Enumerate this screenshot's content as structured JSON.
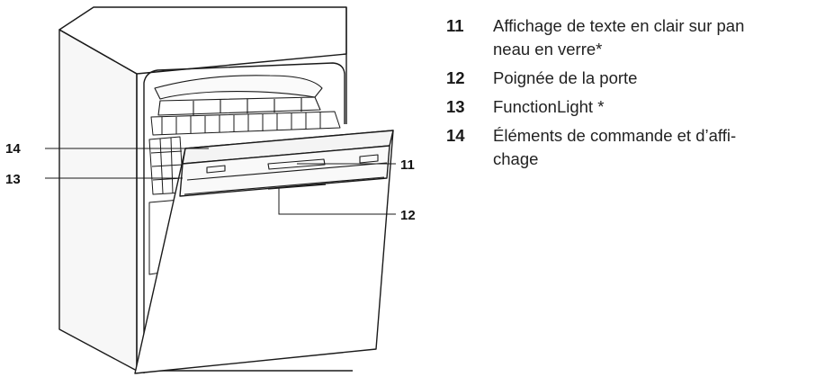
{
  "callouts": [
    {
      "id": "14",
      "label": "14"
    },
    {
      "id": "13",
      "label": "13"
    },
    {
      "id": "11",
      "label": "11"
    },
    {
      "id": "12",
      "label": "12"
    }
  ],
  "legend": [
    {
      "number": "11",
      "text": "Affichage de texte en clair sur pan\nneau en verre*"
    },
    {
      "number": "12",
      "text": "Poignée de la porte"
    },
    {
      "number": "13",
      "text": "FunctionLight *"
    },
    {
      "number": "14",
      "text": "Éléments de commande et d’affi-\nchage"
    }
  ]
}
